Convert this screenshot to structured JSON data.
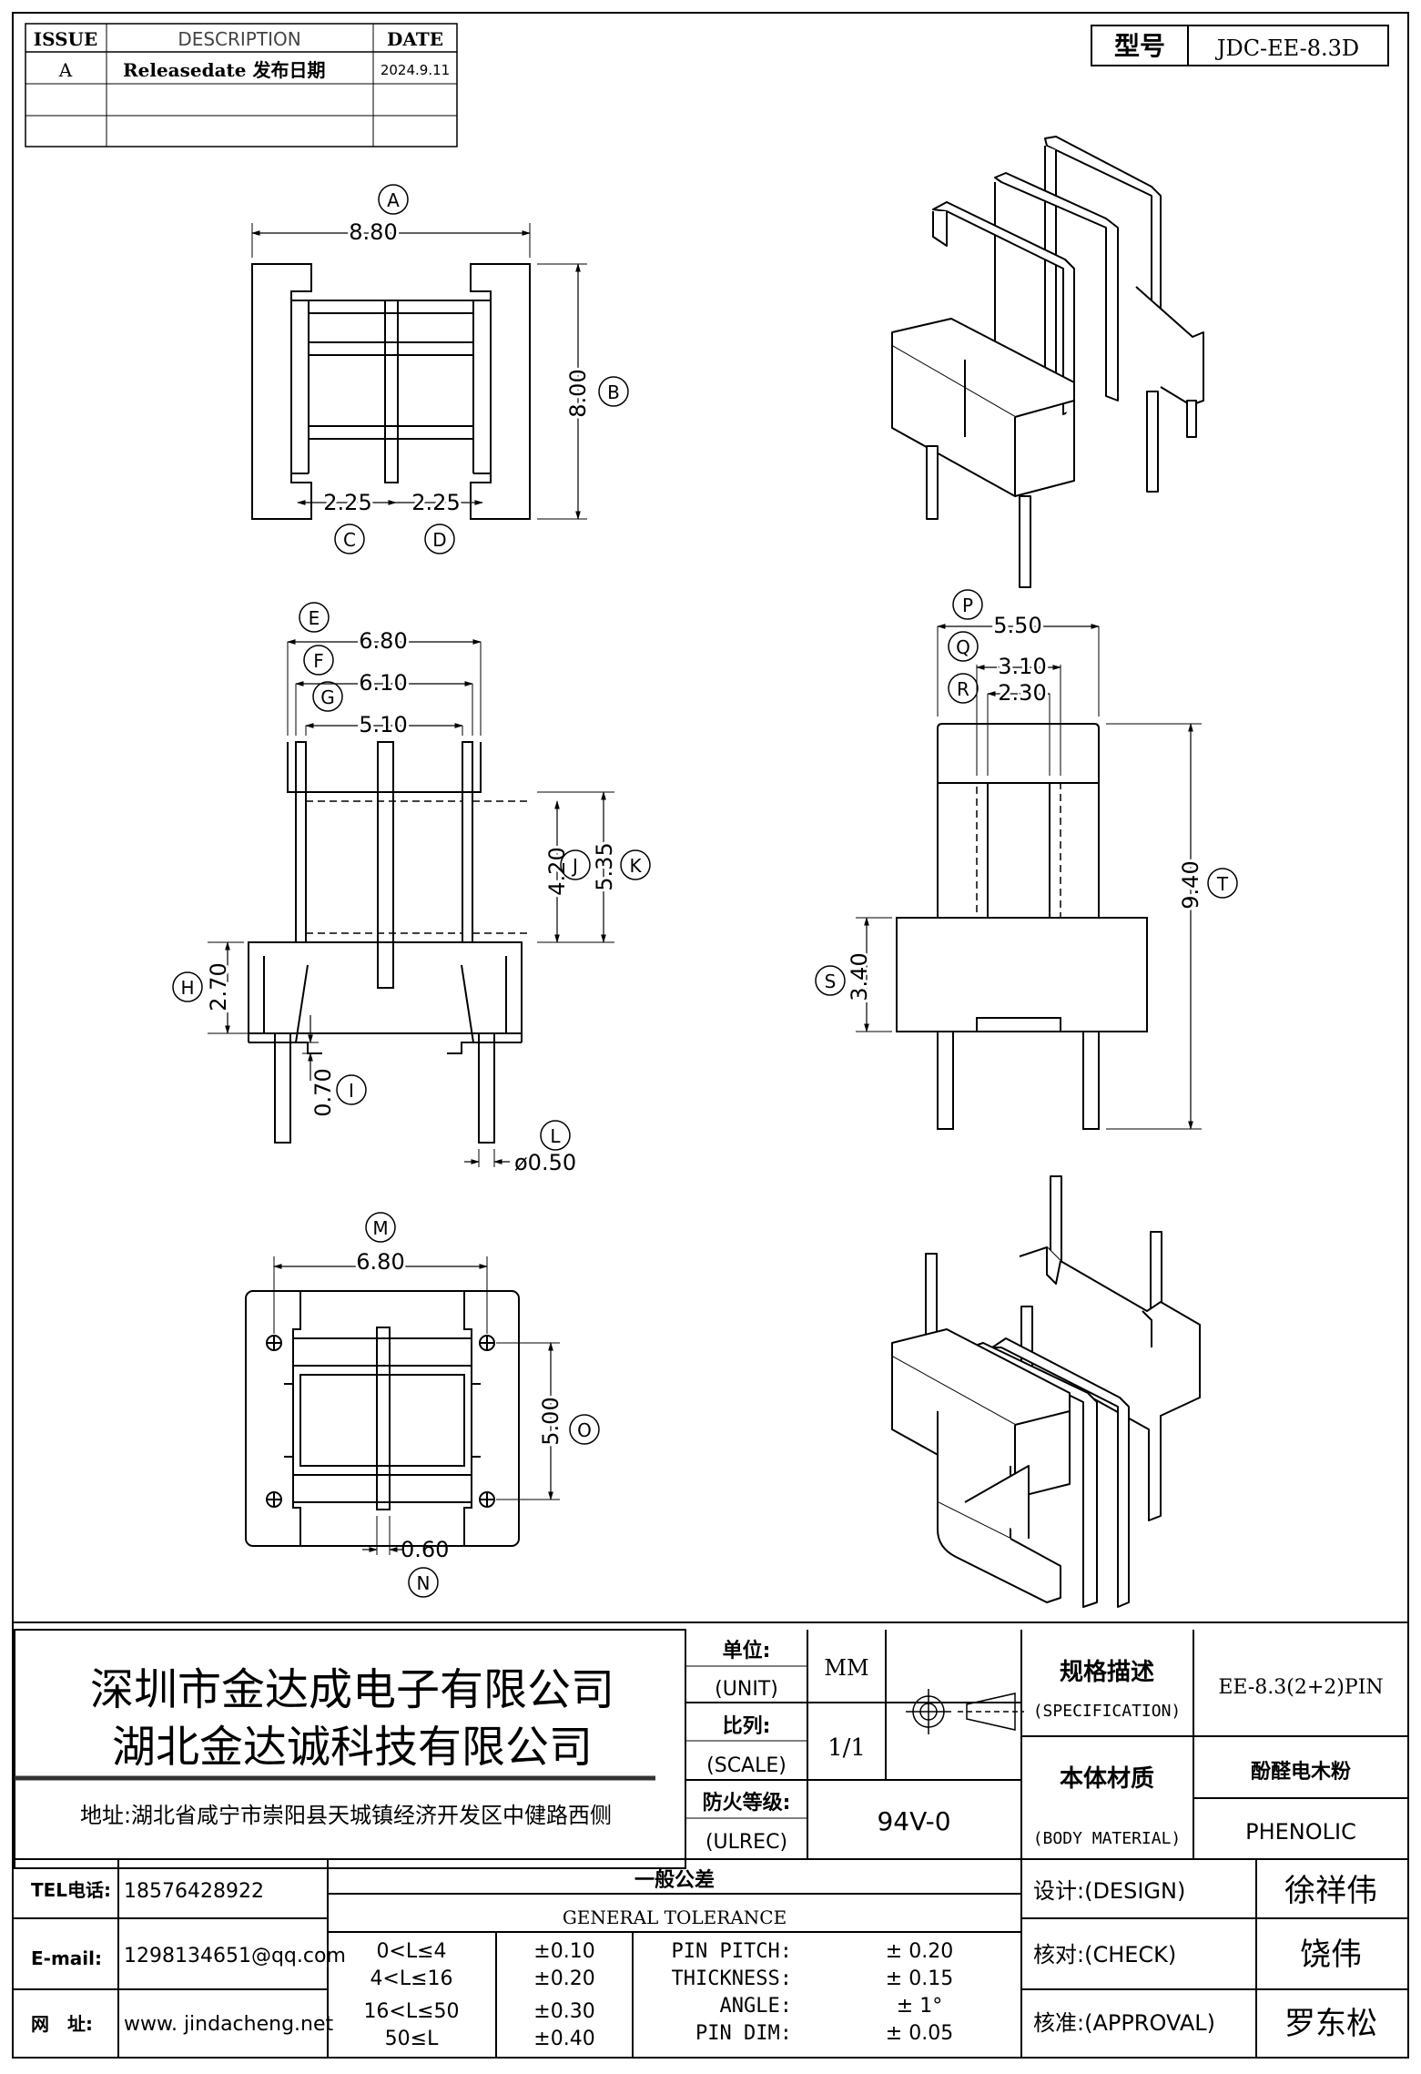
{
  "revision_table": {
    "headers": {
      "issue": "ISSUE",
      "description": "DESCRIPTION",
      "date": "DATE"
    },
    "rows": [
      {
        "issue": "A",
        "description": "Releasedate 发布日期",
        "date": "2024.9.11"
      },
      {
        "issue": "",
        "description": "",
        "date": ""
      },
      {
        "issue": "",
        "description": "",
        "date": ""
      }
    ]
  },
  "model": {
    "label": "型号",
    "value": "JDC-EE-8.3D"
  },
  "dimensions": {
    "A": {
      "tag": "A",
      "value": "8.80"
    },
    "B": {
      "tag": "B",
      "value": "8.00"
    },
    "C": {
      "tag": "C",
      "value": "2.25"
    },
    "D": {
      "tag": "D",
      "value": "2.25"
    },
    "E": {
      "tag": "E",
      "value": "6.80"
    },
    "F": {
      "tag": "F",
      "value": "6.10"
    },
    "G": {
      "tag": "G",
      "value": "5.10"
    },
    "H": {
      "tag": "H",
      "value": "2.70"
    },
    "I": {
      "tag": "I",
      "value": "0.70"
    },
    "J": {
      "tag": "J",
      "value": "4.20"
    },
    "K": {
      "tag": "K",
      "value": "5.35"
    },
    "L": {
      "tag": "L",
      "value": "ø0.50"
    },
    "M": {
      "tag": "M",
      "value": "6.80"
    },
    "N": {
      "tag": "N",
      "value": "0.60"
    },
    "O": {
      "tag": "O",
      "value": "5.00"
    },
    "P": {
      "tag": "P",
      "value": "5.50"
    },
    "Q": {
      "tag": "Q",
      "value": "3.10"
    },
    "R": {
      "tag": "R",
      "value": "2.30"
    },
    "S": {
      "tag": "S",
      "value": "3.40"
    },
    "T": {
      "tag": "T",
      "value": "9.40"
    }
  },
  "company": {
    "name_line1": "深圳市金达成电子有限公司",
    "name_line2": "湖北金达诚科技有限公司",
    "address": "地址:湖北省咸宁市崇阳县天城镇经济开发区中健路西侧"
  },
  "title_block": {
    "unit_cn": "单位:",
    "unit_en": "(UNIT)",
    "unit_value": "MM",
    "scale_cn": "比列:",
    "scale_en": "(SCALE)",
    "scale_value": "1/1",
    "flame_cn": "防火等级:",
    "flame_en": "(ULREC)",
    "flame_value": "94V-0",
    "spec_cn": "规格描述",
    "spec_en": "(SPECIFICATION)",
    "spec_value": "EE-8.3(2+2)PIN",
    "material_cn": "本体材质",
    "material_en": "(BODY MATERIAL)",
    "material_value_cn": "酚醛电木粉",
    "material_value_en": "PHENOLIC"
  },
  "contact": {
    "tel_label": "TEL电话:",
    "tel_value": "18576428922",
    "email_label": "E-mail:",
    "email_value": "1298134651@qq.com",
    "web_label": "网　址:",
    "web_value": "www. jindacheng.net"
  },
  "tolerance": {
    "title_cn": "一般公差",
    "title_en": "GENERAL TOLERANCE",
    "ranges": [
      {
        "range": "0<L≤4",
        "tol": "±0.10"
      },
      {
        "range": "4<L≤16",
        "tol": "±0.20"
      },
      {
        "range": "16<L≤50",
        "tol": "±0.30"
      },
      {
        "range": "50≤L",
        "tol": "±0.40"
      }
    ],
    "specs": [
      {
        "name": "PIN PITCH:",
        "value": "± 0.20"
      },
      {
        "name": "THICKNESS:",
        "value": "± 0.15"
      },
      {
        "name": "ANGLE:",
        "value": "± 1°"
      },
      {
        "name": "PIN DIM:",
        "value": "± 0.05"
      }
    ]
  },
  "signoff": {
    "design_label": "设计:(DESIGN)",
    "design_name": "徐祥伟",
    "check_label": "核对:(CHECK)",
    "check_name": "饶伟",
    "approval_label": "核准:(APPROVAL)",
    "approval_name": "罗东松"
  }
}
